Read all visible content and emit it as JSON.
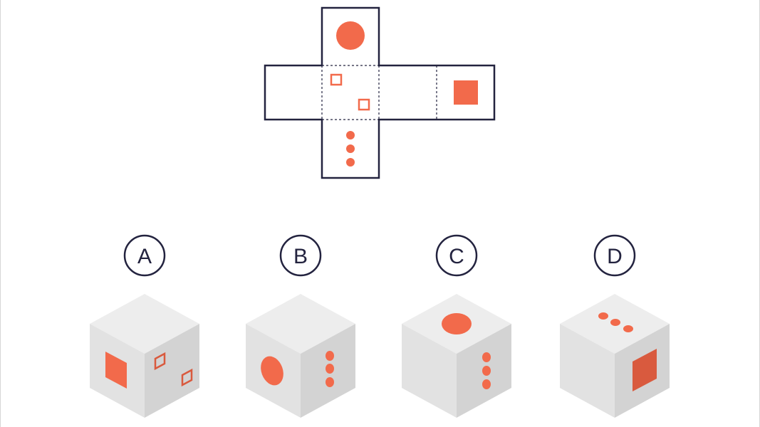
{
  "colors": {
    "ink": "#23233f",
    "accent": "#f26a4b",
    "accent_dark": "#d95a3e",
    "face_top": "#ededed",
    "face_left": "#e2e2e2",
    "face_right": "#d3d3d3"
  },
  "net": {
    "faces": [
      {
        "name": "top",
        "symbol": "circle"
      },
      {
        "name": "left",
        "symbol": "blank"
      },
      {
        "name": "center",
        "symbol": "two-hollow-squares"
      },
      {
        "name": "right",
        "symbol": "blank"
      },
      {
        "name": "far-right",
        "symbol": "filled-square"
      },
      {
        "name": "bottom",
        "symbol": "three-dots"
      }
    ]
  },
  "options": [
    {
      "label": "A",
      "top": "blank",
      "left": "filled-square",
      "right": "two-hollow-squares"
    },
    {
      "label": "B",
      "top": "blank",
      "left": "circle",
      "right": "three-dots"
    },
    {
      "label": "C",
      "top": "circle",
      "left": "blank",
      "right": "three-dots"
    },
    {
      "label": "D",
      "top": "three-dots",
      "left": "blank",
      "right": "filled-square"
    }
  ]
}
